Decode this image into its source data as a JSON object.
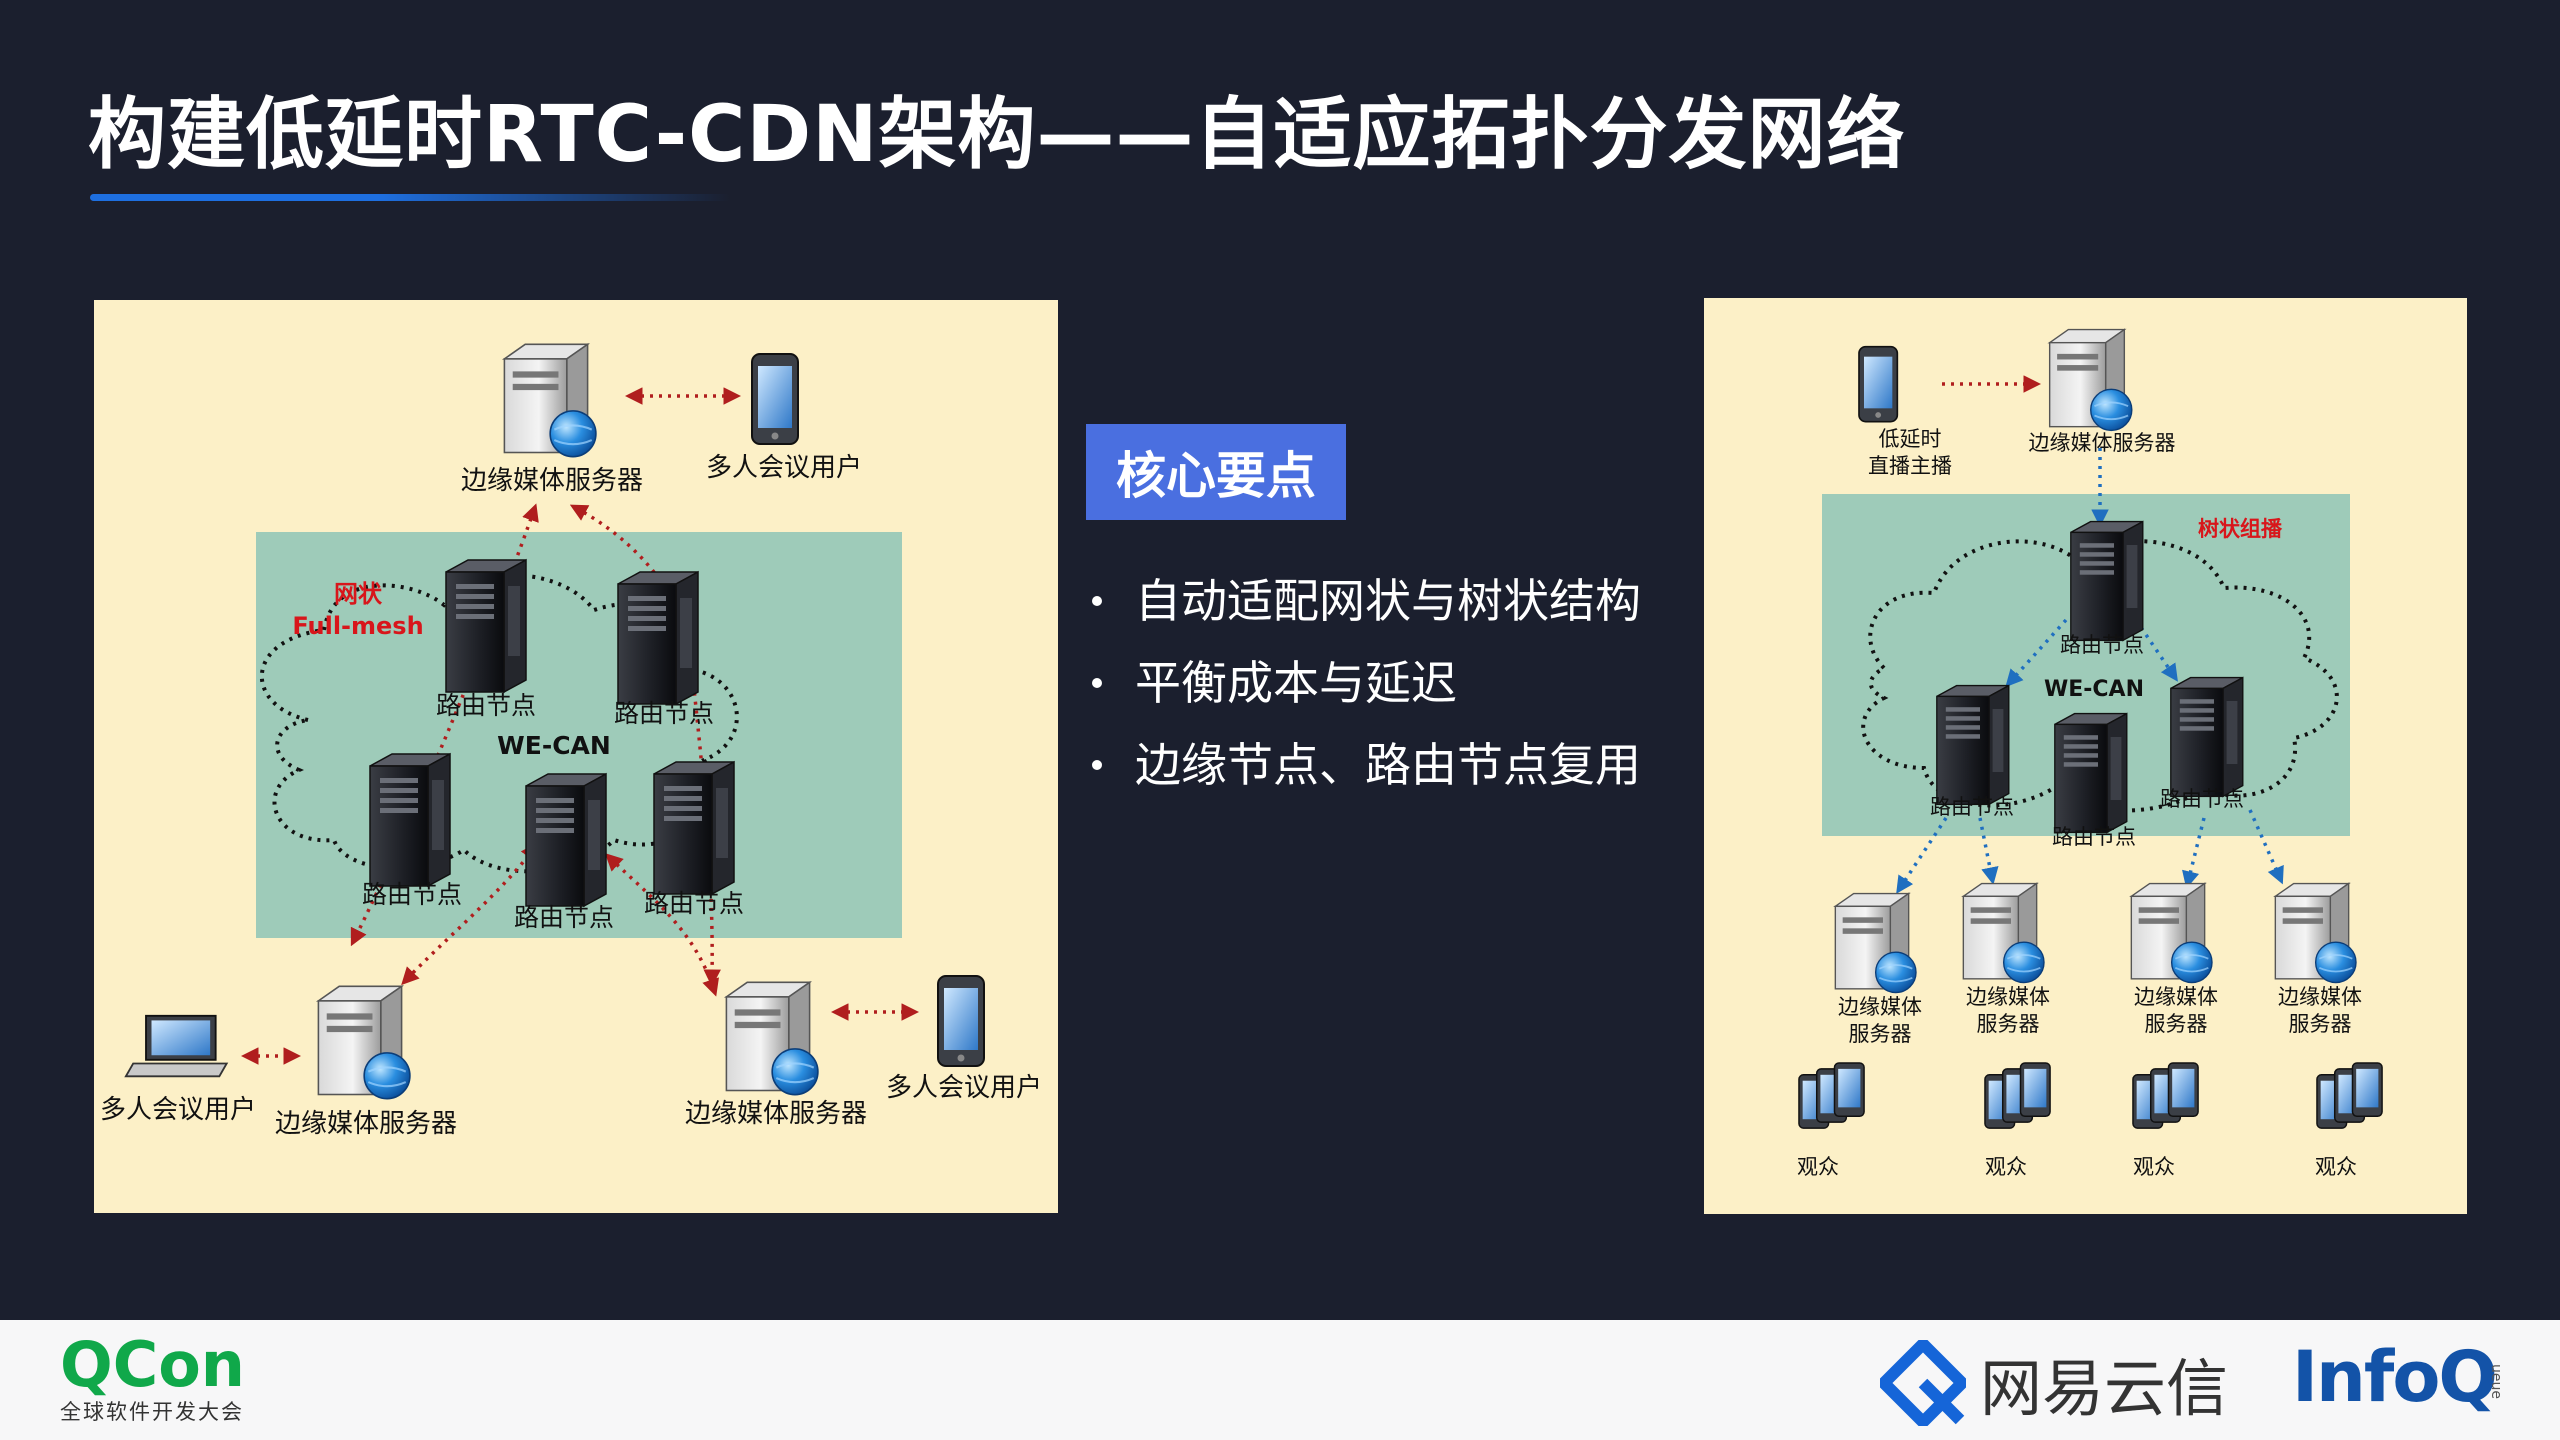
{
  "slide": {
    "title": "构建低延时RTC-CDN架构——自适应拓扑分发网络"
  },
  "left_diagram": {
    "mesh_label_line1": "网状",
    "mesh_label_line2": "Full-mesh",
    "network_label": "WE-CAN",
    "router_label": "路由节点",
    "edge_server_label": "边缘媒体服务器",
    "multi_user_label": "多人会议用户"
  },
  "key_points": {
    "badge": "核心要点",
    "items": [
      "自动适配网状与树状结构",
      "平衡成本与延迟",
      "边缘节点、路由节点复用"
    ]
  },
  "right_diagram": {
    "host_line1": "低延时",
    "host_line2": "直播主播",
    "top_server_label": "边缘媒体服务器",
    "tree_label": "树状组播",
    "network_label": "WE-CAN",
    "router_label": "路由节点",
    "edge_line1": "边缘媒体",
    "edge_line2": "服务器",
    "audience_label": "观众"
  },
  "footer": {
    "qcon_word": "QCon",
    "qcon_sub": "全球软件开发大会",
    "netease_text": "网易云信",
    "infoq_word": "InfoQ",
    "infoq_side": "ueue"
  },
  "colors": {
    "background": "#1b1f2e",
    "panel": "#fcf0c7",
    "teal_box": "#9ecbb9",
    "badge": "#4a6fe0",
    "accent_line": "#1e6fe0",
    "red_arrow": "#b01e1e",
    "blue_arrow": "#1f6fc0"
  }
}
